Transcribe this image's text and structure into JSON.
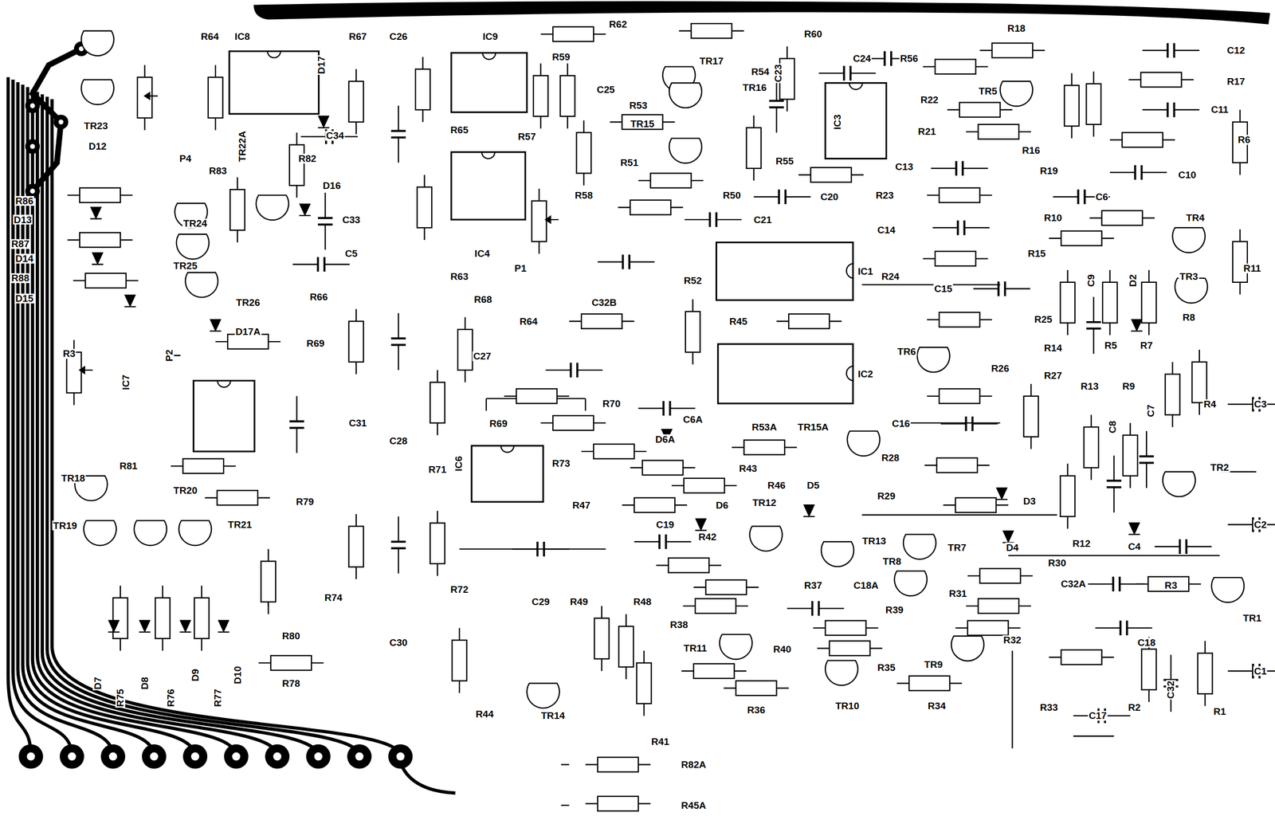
{
  "diagram": {
    "nodes": [
      {
        "text": [
          "IC1"
        ]
      },
      {
        "text": [
          "IC2"
        ]
      }
    ],
    "labels": [
      "R64",
      "IC8",
      "D17",
      "R67",
      "C26",
      "IC9",
      "R62",
      "R59",
      "C25",
      "TR17",
      "R60",
      "R54",
      "TR16",
      "C23",
      "C24",
      "R56",
      "R18",
      "C12",
      "R17",
      "C11",
      "R6",
      "TR23",
      "D12",
      "P4",
      "R83",
      "TR22A",
      "R82",
      "C34",
      "D16",
      "C33",
      "R65",
      "R57",
      "R53",
      "TR15",
      "R51",
      "R58",
      "R50",
      "C20",
      "C21",
      "R55",
      "IC3",
      "C13",
      "R22",
      "R21",
      "TR5",
      "R19",
      "R16",
      "C10",
      "R23",
      "C6",
      "R10",
      "TR4",
      "C14",
      "R15",
      "R11",
      "R86",
      "D13",
      "R87",
      "D14",
      "R88",
      "TR24",
      "TR25",
      "TR26",
      "D15",
      "C5",
      "R66",
      "R63",
      "IC4",
      "P1",
      "R68",
      "R52",
      "R24",
      "C15",
      "C9",
      "D2",
      "TR3",
      "D17A",
      "R69",
      "R64",
      "C32B",
      "R45",
      "R25",
      "R14",
      "R5",
      "R7",
      "R8",
      "R3",
      "P2",
      "IC7",
      "C27",
      "TR6",
      "R26",
      "R27",
      "R13",
      "R9",
      "C8",
      "C7",
      "C3",
      "R4",
      "R70",
      "R69",
      "C6A",
      "D6A",
      "R53A",
      "TR15A",
      "C16",
      "C31",
      "C28",
      "R71",
      "IC6",
      "R73",
      "R43",
      "R46",
      "R28",
      "TR2",
      "R81",
      "TR18",
      "R79",
      "D5",
      "R29",
      "D3",
      "R47",
      "D6",
      "TR12",
      "C2",
      "TR20",
      "TR21",
      "TR19",
      "C19",
      "R42",
      "TR13",
      "TR8",
      "TR7",
      "D4",
      "R12",
      "C4",
      "R30",
      "R74",
      "R72",
      "C29",
      "R49",
      "R48",
      "R37",
      "C18A",
      "R31",
      "C32A",
      "R3",
      "TR1",
      "R38",
      "R39",
      "R80",
      "C30",
      "R32",
      "C18",
      "R40",
      "R35",
      "TR9",
      "TR11",
      "R78",
      "D7",
      "R75",
      "D8",
      "R76",
      "D9",
      "R77",
      "D10",
      "R44",
      "TR14",
      "R36",
      "TR10",
      "R34",
      "R33",
      "C17",
      "R2",
      "C32",
      "R1",
      "C1",
      "R41",
      "R82A",
      "R45A"
    ]
  }
}
